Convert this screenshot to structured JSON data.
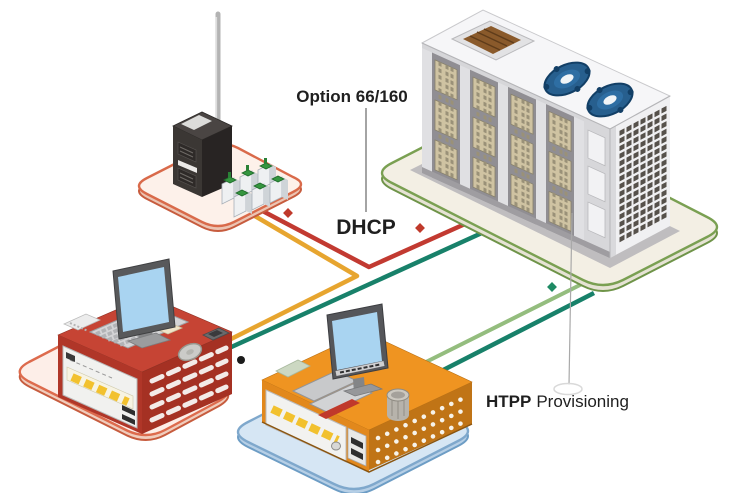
{
  "labels": {
    "option": "Option 66/160",
    "dhcp": "DHCP",
    "provisioning_bold": "HTPP",
    "provisioning_rest": "Provisioning"
  },
  "colors": {
    "dhcp_line": "#c23a31",
    "config_line": "#e7a52f",
    "provisioning_line": "#18816a",
    "provisioning_line_light": "#94bd7e",
    "marker_red": "#c0392b",
    "marker_green": "#1e8a64",
    "marker_black": "#1b1b1b",
    "platform_ont_border": "#d96a4a",
    "platform_cpe_border": "#dd6b4d",
    "platform_server_border": "#7aa052",
    "platform_blue_border": "#7fa8cc"
  },
  "icons": {
    "ont": "outdoor-antenna-unit-icon",
    "connectors": "fiber-terminal-blocks-icon",
    "datacenter": "data-center-icon",
    "cpe_red": "red-gateway-with-monitor-icon",
    "cpe_orange": "orange-gateway-with-monitor-icon"
  }
}
